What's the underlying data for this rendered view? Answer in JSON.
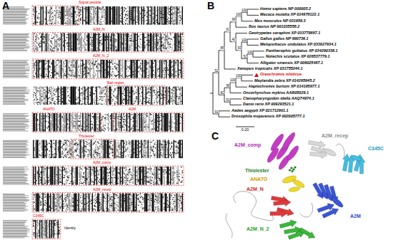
{
  "diagram": {
    "labels": [
      "A",
      "B",
      "C",
      "Signal peptide",
      "A2M_N",
      "A2M_N_2",
      "Bait region",
      "ANATO",
      "A2M",
      "Thiolester",
      "A2M_comp",
      "A2M_recep",
      "C345C",
      "Identity",
      "Homo sapiens NP 000005.2",
      "Macaca mulatta XP 014978122.1",
      "Mus musculus NP 031959.3",
      "Bos taurus NP 001035558.2",
      "Geotrypetes seraphini XP 033779887.1",
      "Gallus gallus NP 990736.1",
      "Melopsittacus undulatus XP 033927934.1",
      "Pantherophis guttatus XP 034290336.1",
      "Notechis scutatus XP 026537779.1",
      "Alligator sinensis XP 006025487.1",
      "Xenopus tropicalis XP 031755244.1",
      "Oreochromis niloticus",
      "Maylandia zebra XP 014265945.2",
      "Haplochromis burtoni XP 014195977.1",
      "Oncorhynchus mykiss AAB05029.1",
      "Ctenopharyngodon idella AAQ74974.1",
      "Danio rerio XP 009293521.1",
      "Aedes aegypti XP 021712901.1",
      "Drosophila mojavensis XP 002005777.1",
      "100",
      "100",
      "99",
      "100",
      "100",
      "52",
      "93",
      "42",
      "61",
      "85",
      "100",
      "100",
      "96",
      "51",
      "82",
      "52",
      "91",
      "0.20",
      "A2M_comp",
      "A2M_recep",
      "C345C",
      "Thiolester",
      "ANATO",
      "A2M_N",
      "A2M",
      "A2M_N_2"
    ]
  }
}
